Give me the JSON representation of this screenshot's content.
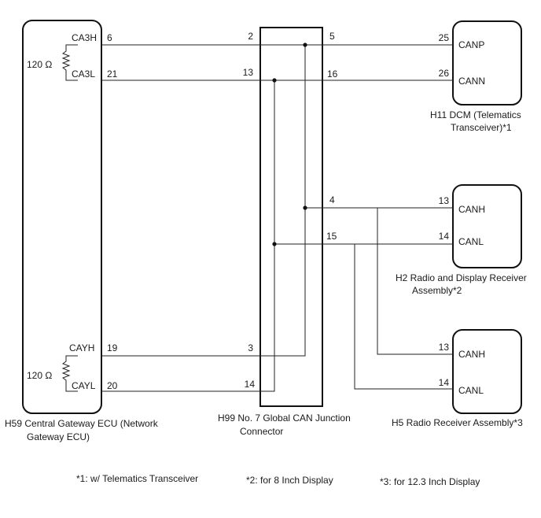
{
  "ecu": {
    "name_line1": "H59  Central Gateway ECU (Network",
    "name_line2": "Gateway ECU)",
    "resistor_top": "120 Ω",
    "resistor_bottom": "120 Ω",
    "pins": {
      "ca3h_label": "CA3H",
      "ca3h_num": "6",
      "ca3l_label": "CA3L",
      "ca3l_num": "21",
      "cayh_label": "CAYH",
      "cayh_num": "19",
      "cayl_label": "CAYL",
      "cayl_num": "20"
    }
  },
  "junction": {
    "name_line1": "H99  No. 7 Global CAN Junction",
    "name_line2": "Connector",
    "pins": {
      "p2": "2",
      "p13": "13",
      "p3": "3",
      "p14": "14",
      "p5": "5",
      "p16": "16",
      "p4": "4",
      "p15": "15"
    }
  },
  "dcm": {
    "name_line1": "H11  DCM (Telematics",
    "name_line2": "Transceiver)*1",
    "canp_label": "CANP",
    "canp_num": "25",
    "cann_label": "CANN",
    "cann_num": "26"
  },
  "radio_display": {
    "name_line1": "H2  Radio and Display Receiver",
    "name_line2": "Assembly*2",
    "canh_label": "CANH",
    "canh_num": "13",
    "canl_label": "CANL",
    "canl_num": "14"
  },
  "radio_receiver": {
    "name_line1": "H5  Radio Receiver Assembly*3",
    "canh_label": "CANH",
    "canh_num": "13",
    "canl_label": "CANL",
    "canl_num": "14"
  },
  "footnotes": {
    "n1": "*1: w/ Telematics Transceiver",
    "n2": "*2: for 8 Inch Display",
    "n3": "*3: for 12.3 Inch Display"
  }
}
